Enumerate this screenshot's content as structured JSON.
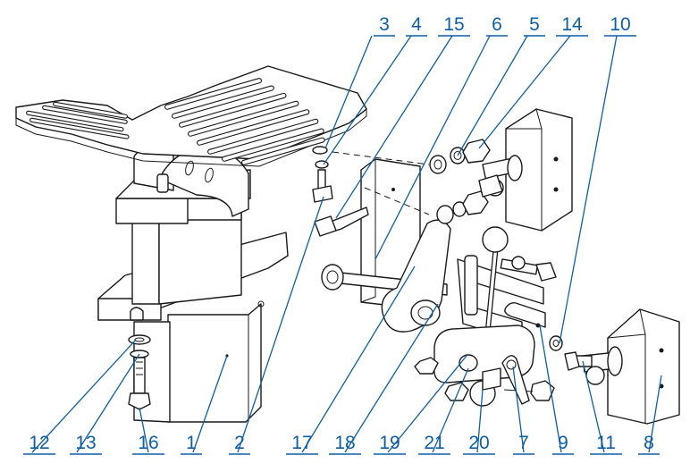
{
  "diagram": {
    "accent_color": "#0d5fa8",
    "callouts_top": [
      "3",
      "4",
      "15",
      "6",
      "5",
      "14",
      "10"
    ],
    "callouts_bottom": [
      "12",
      "13",
      "16",
      "1",
      "2",
      "17",
      "18",
      "19",
      "21",
      "20",
      "7",
      "9",
      "11",
      "8"
    ]
  }
}
